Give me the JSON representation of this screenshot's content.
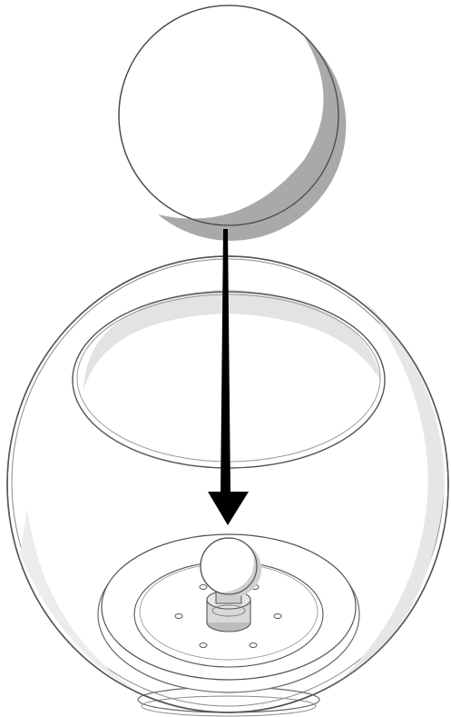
{
  "diagram": {
    "parts": [
      "small-sphere",
      "globe-bowl",
      "bowl-opening-rim",
      "base-plate",
      "bulb",
      "bulb-socket",
      "mounting-holes"
    ],
    "action": "insert-down",
    "colors": {
      "outline": "#4a4a4a",
      "shade_light": "#e6e6e6",
      "shade_mid": "#cfcfcf",
      "shade_dark": "#a9a9a9",
      "fill": "#ffffff",
      "arrow": "#000000"
    }
  }
}
